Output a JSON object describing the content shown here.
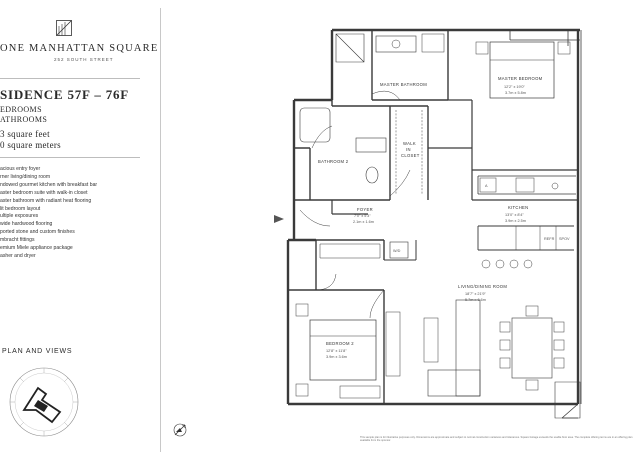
{
  "brand": {
    "name": "ONE MANHATTAN SQUARE",
    "address": "252 SOUTH STREET"
  },
  "residence": {
    "title": "SIDENCE 57F – 76F",
    "bedrooms": "EDROOMS",
    "bathrooms": "ATHROOMS",
    "sqft": "3 square feet",
    "sqm": "0 square meters"
  },
  "features": [
    "acious entry foyer",
    "rner living/dining room",
    "ndowed gourmet kitchen with breakfast bar",
    "aster bedroom suite with walk-in closet",
    "aster bathroom with radiant heat flooring",
    "lit bedroom layout",
    "ultiple exposures",
    "wide hardwood flooring",
    "ported stone and custom finishes",
    "mbracht fittings",
    "emium Miele appliance package",
    "asher and dryer"
  ],
  "plan_label": "PLAN AND VIEWS",
  "rooms": {
    "master_bathroom": {
      "label": "MASTER BATHROOM"
    },
    "master_bedroom": {
      "label": "MASTER BEDROOM",
      "dim_ft": "12'2\" x 19'0\"",
      "dim_m": "3.7m x 5.8m"
    },
    "bathroom_2": {
      "label": "BATHROOM 2"
    },
    "walk_in_closet": {
      "line1": "WALK",
      "line2": "IN",
      "line3": "CLOSET"
    },
    "foyer": {
      "label": "FOYER",
      "dim_ft": "7'0\" x 5'3\"",
      "dim_m": "2.1m x 1.6m"
    },
    "kitchen": {
      "label": "KITCHEN",
      "dim_ft": "13'0\" x 8'4\"",
      "dim_m": "3.9m x 2.5m"
    },
    "living_dining": {
      "label": "LIVING/DINING ROOM",
      "dim_ft": "18'7\" x 21'9\"",
      "dim_m": "5.7m x 6.6m"
    },
    "bedroom_2": {
      "label": "BEDROOM 2",
      "dim_ft": "12'8\" x 11'8\"",
      "dim_m": "3.9m x 3.6m"
    }
  },
  "fixtures": {
    "washer_dryer": "W/D",
    "refrigerator": "REFR",
    "speed_oven": "SPOV",
    "appliance_a": "A"
  },
  "disclaimer": "This sample plan is for illustrative purposes only. Dimensions are approximate and subject to normal construction variances and tolerances. Square footage exceeds the usable floor area. The complete offering terms are in an offering plan available from the sponsor.",
  "colors": {
    "wall": "#3a3a3a",
    "line": "#666666",
    "text": "#2a2a2a"
  }
}
